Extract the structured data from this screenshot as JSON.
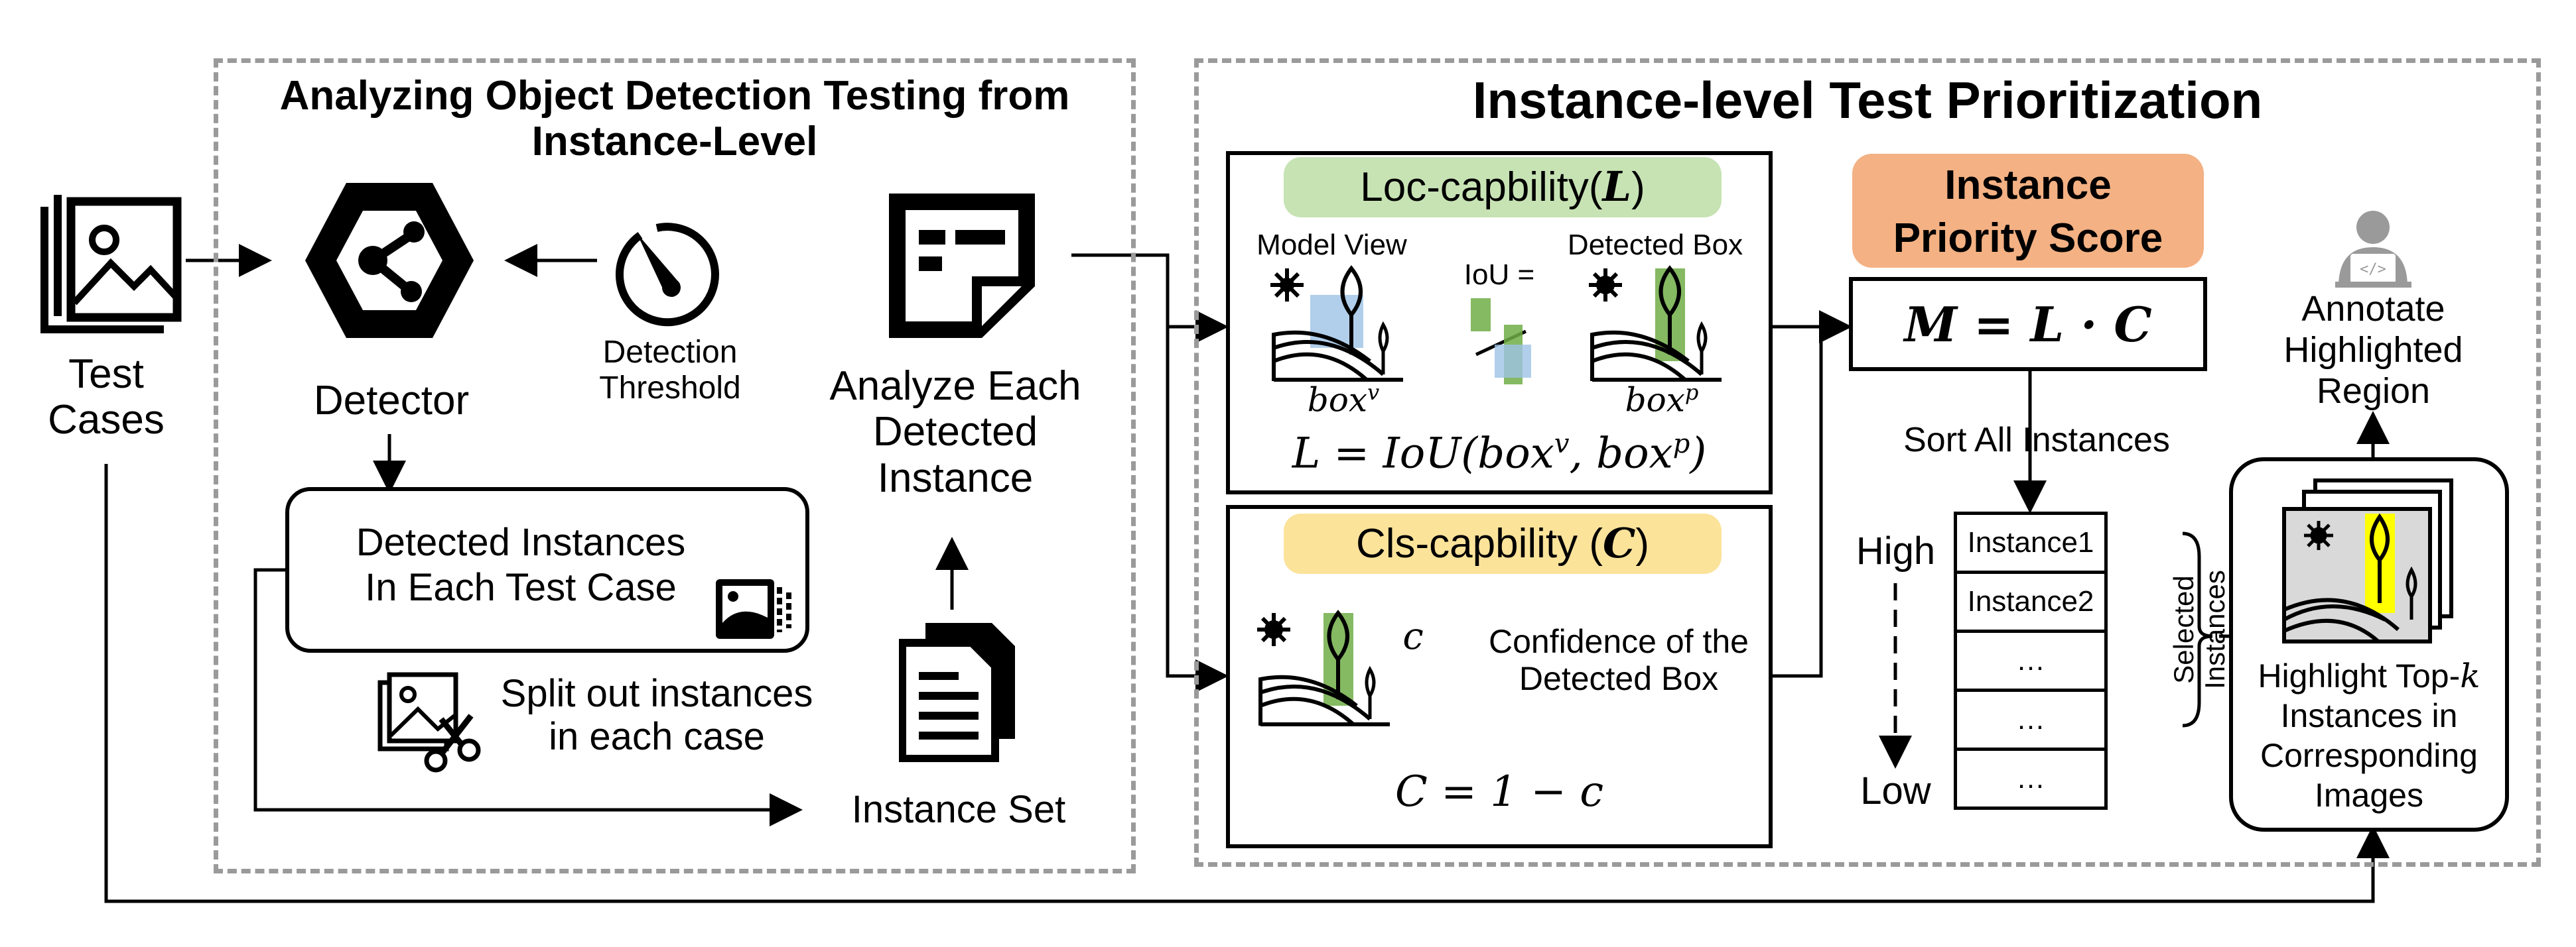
{
  "left_panel": {
    "title_line1": "Analyzing Object Detection Testing from",
    "title_line2": "Instance-Level",
    "test_cases_line1": "Test",
    "test_cases_line2": "Cases",
    "detector": "Detector",
    "threshold_line1": "Detection",
    "threshold_line2": "Threshold",
    "analyze_line1": "Analyze Each",
    "analyze_line2": "Detected",
    "analyze_line3": "Instance",
    "detected_line1": "Detected Instances",
    "detected_line2": "In Each Test Case",
    "split_line1": "Split out instances",
    "split_line2": "in each case",
    "instance_set": "Instance Set"
  },
  "right_panel": {
    "title": "Instance-level Test Prioritization",
    "loc": {
      "header": "Loc-capbility(",
      "header_symbol": "L",
      "header_close": ")",
      "model_view": "Model View",
      "detected_box": "Detected Box",
      "iou": "IoU =",
      "box_v": "box",
      "box_v_sup": "v",
      "box_p": "box",
      "box_p_sup": "p",
      "formula_lhs": "L = IoU(box",
      "formula_sup1": "v",
      "formula_mid": ", box",
      "formula_sup2": "p",
      "formula_end": ")"
    },
    "cls": {
      "header": "Cls-capbility (",
      "header_symbol": "C",
      "header_close": ")",
      "c_label": "c",
      "confidence_line1": "Confidence of the",
      "confidence_line2": "Detected Box",
      "formula": "C = 1 − c"
    },
    "priority": {
      "title_line1": "Instance",
      "title_line2": "Priority Score",
      "formula": "M = L · C",
      "sort": "Sort All Instances",
      "high": "High",
      "low": "Low",
      "rows": [
        "Instance1",
        "Instance2",
        "…",
        "…",
        "…"
      ],
      "selected_line1": "Selected",
      "selected_line2": "Instances"
    },
    "annotate": {
      "line1": "Annotate",
      "line2": "Highlighted",
      "line3": "Region"
    },
    "highlight": {
      "line1_pre": "Highlight Top-",
      "line1_k": "k",
      "line2": "Instances in",
      "line3": "Corresponding",
      "line4": "Images"
    }
  },
  "colors": {
    "dash_border": "#9a9a9a",
    "loc_pill": "#c7e3b4",
    "cls_pill": "#fbe39a",
    "priority_pill": "#f4b183",
    "box_green": "#70ad47",
    "box_blue": "#9dc3e6",
    "arrow_blue": "#5b9bd5",
    "highlight_yellow": "#ffff00",
    "person_gray": "#9a9a9a"
  }
}
